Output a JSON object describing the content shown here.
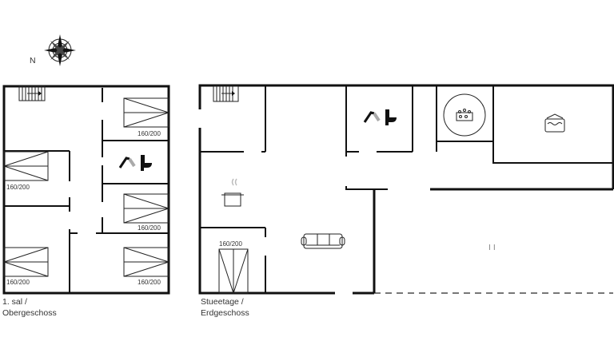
{
  "compass": {
    "north_label": "N"
  },
  "upper_floor": {
    "caption_line1": "1. sal /",
    "caption_line2": "Obergeschoss",
    "beds": [
      "160/200",
      "160/200",
      "160/200",
      "160/200",
      "160/200"
    ]
  },
  "ground_floor": {
    "caption_line1": "Stueetage /",
    "caption_line2": "Erdgeschoss",
    "beds": [
      "160/200"
    ],
    "misc_mark": "I I"
  }
}
